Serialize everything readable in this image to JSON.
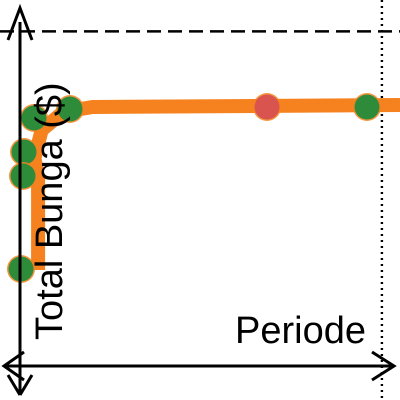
{
  "chart_data": {
    "type": "line",
    "xlabel": "Periode",
    "ylabel": "Total Bunga ($)",
    "x": [
      0.05,
      0.12,
      0.1,
      0.1,
      0.04,
      0.68,
      0.98,
      1.05
    ],
    "series": [
      {
        "values": [
          0.66,
          0.95,
          0.92,
          0.9,
          0.88,
          0.97,
          0.97,
          0.97
        ]
      }
    ],
    "points": [
      {
        "x": 0.05,
        "y": 0.66,
        "color": "#2e8b3a"
      },
      {
        "x": 0.12,
        "y": 0.95,
        "color": "#2e8b3a"
      },
      {
        "x": 0.1,
        "y": 0.92,
        "color": "#2e8b3a"
      },
      {
        "x": 0.1,
        "y": 0.9,
        "color": "#2e8b3a"
      },
      {
        "x": 0.04,
        "y": 0.88,
        "color": "#2e8b3a"
      },
      {
        "x": 0.68,
        "y": 0.97,
        "color": "#d9534f"
      },
      {
        "x": 0.98,
        "y": 0.97,
        "color": "#2e8b3a"
      }
    ],
    "reference_lines": {
      "horizontal_y": 0.97,
      "vertical_x": 1.0
    },
    "xlim": [
      0,
      1.05
    ],
    "ylim": [
      0.6,
      1.0
    ],
    "grid": false,
    "colors": {
      "line": "#f5821f",
      "point": "#2e8b3a",
      "highlight_point": "#d9534f",
      "axis": "#000000"
    }
  }
}
